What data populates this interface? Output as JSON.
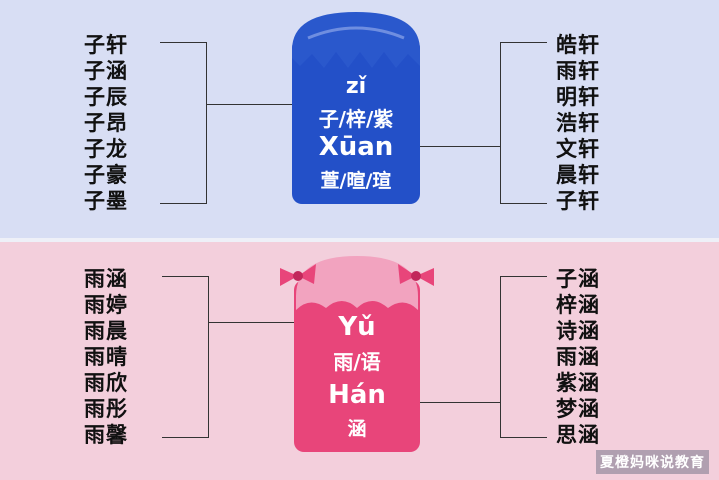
{
  "boy": {
    "pinyin_1": "zǐ",
    "chars_1": "子/梓/紫",
    "pinyin_2": "Xūan",
    "chars_2": "萱/暄/瑄",
    "left_names": [
      "子轩",
      "子涵",
      "子辰",
      "子昂",
      "子龙",
      "子豪",
      "子墨"
    ],
    "right_names": [
      "皓轩",
      "雨轩",
      "明轩",
      "浩轩",
      "文轩",
      "晨轩",
      "子轩"
    ]
  },
  "girl": {
    "pinyin_1": "Yǔ",
    "chars_1": "雨/语",
    "pinyin_2": "Hán",
    "chars_2": "涵",
    "left_names": [
      "雨涵",
      "雨婷",
      "雨晨",
      "雨晴",
      "雨欣",
      "雨彤",
      "雨馨"
    ],
    "right_names": [
      "子涵",
      "梓涵",
      "诗涵",
      "雨涵",
      "紫涵",
      "梦涵",
      "思涵"
    ]
  },
  "watermark": "夏橙妈咪说教育",
  "colors": {
    "top_background": "#d8def4",
    "bottom_background": "#f3cfdc",
    "boy_tag": "#2350c8",
    "girl_tag": "#e8457a",
    "hair_boy": "#2a58cc",
    "hair_girl": "#f2a3bf"
  }
}
